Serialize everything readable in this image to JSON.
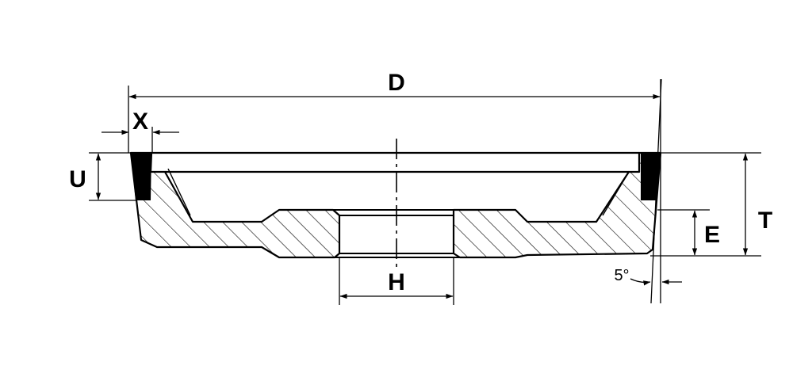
{
  "labels": {
    "diameter": "D",
    "rim_width": "X",
    "abrasive_depth": "U",
    "total_thickness": "T",
    "base_thickness": "E",
    "bore": "H",
    "angle": "5°"
  },
  "colors": {
    "line": "#000000",
    "abrasive": "#000000",
    "background": "#ffffff"
  }
}
